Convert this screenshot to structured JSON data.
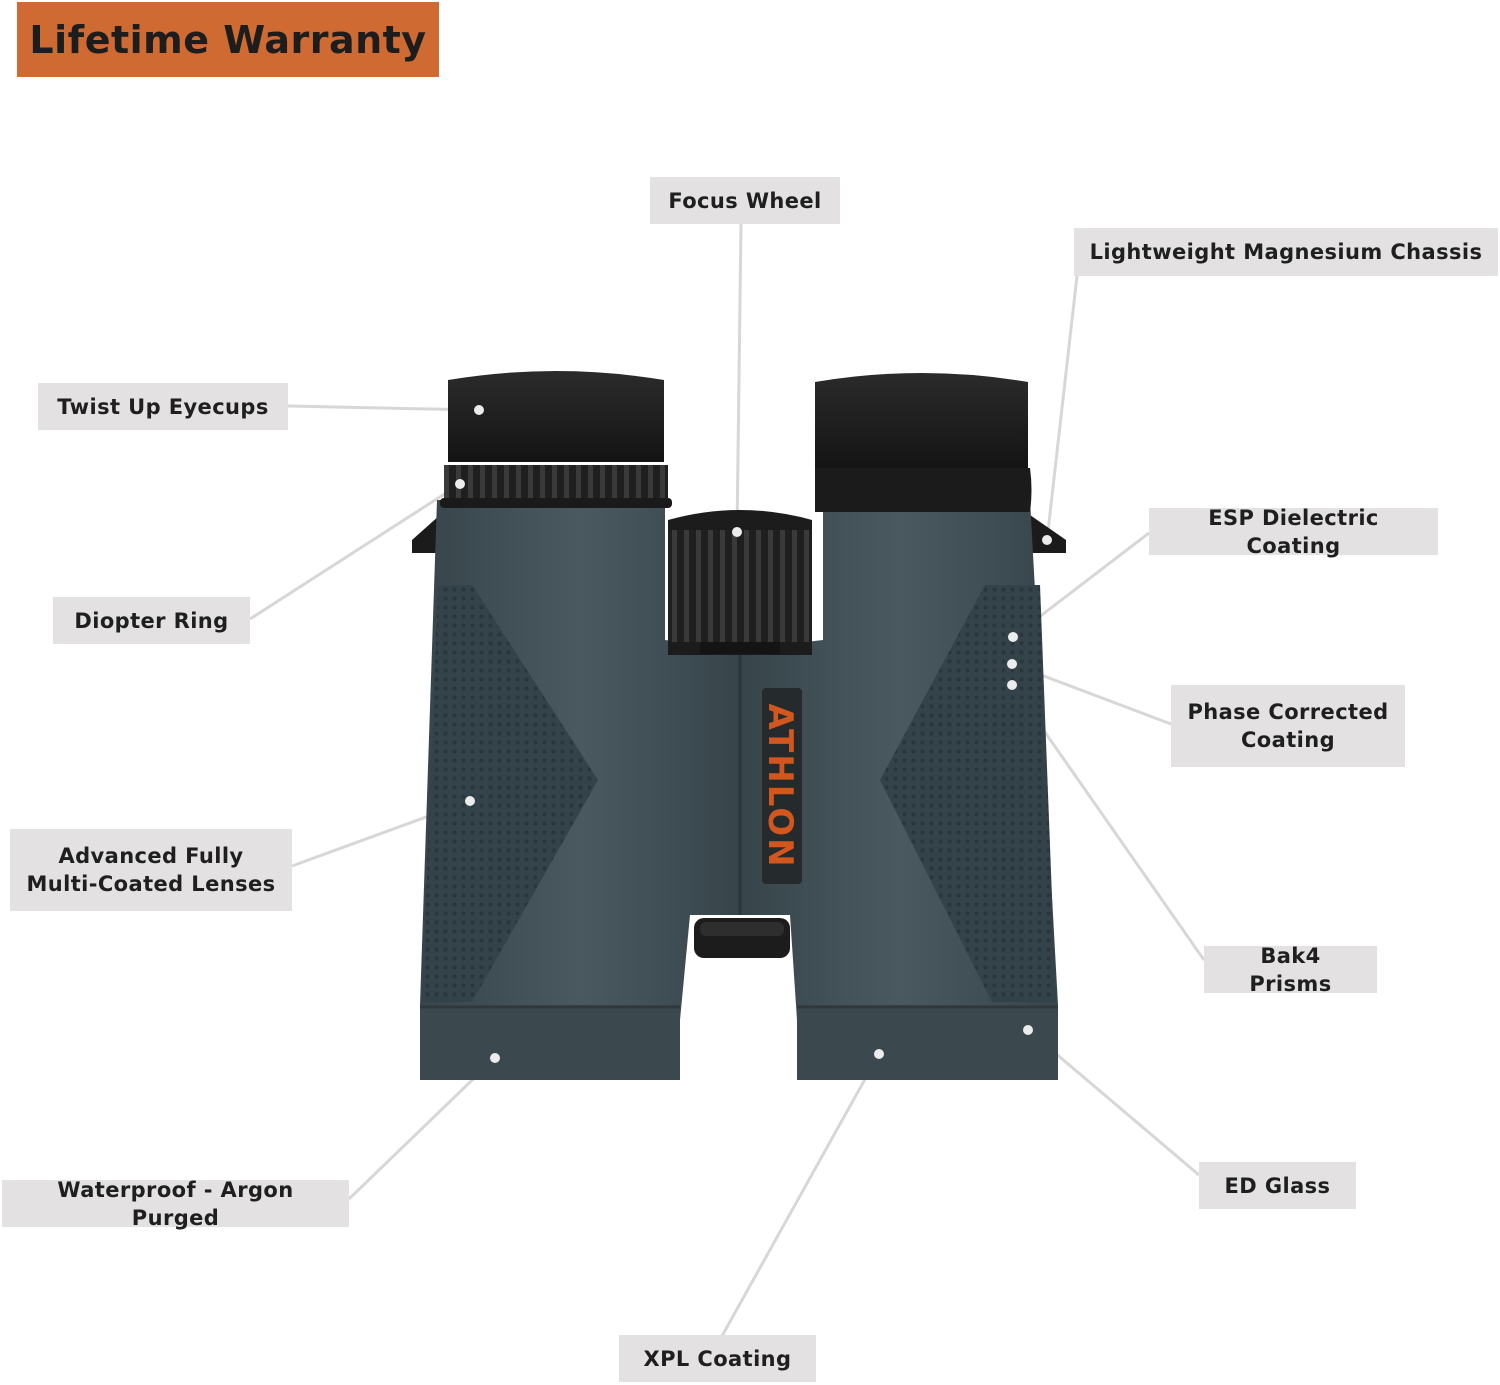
{
  "badge": {
    "text": "Lifetime Warranty",
    "color": "#cf6a32"
  },
  "product": {
    "brand": "ATHLON",
    "body_color": "#3f4d53",
    "brand_color": "#d2571e"
  },
  "callouts": {
    "focus_wheel": "Focus Wheel",
    "magnesium_chassis": "Lightweight Magnesium Chassis",
    "twist_eyecups": "Twist Up Eyecups",
    "esp_coating": "ESP Dielectric Coating",
    "diopter_ring": "Diopter Ring",
    "phase_coating": "Phase Corrected\nCoating",
    "multi_coated": "Advanced Fully\nMulti-Coated Lenses",
    "bak4": "Bak4 Prisms",
    "waterproof": "Waterproof - Argon Purged",
    "ed_glass": "ED Glass",
    "xpl": "XPL Coating"
  },
  "colors": {
    "label_bg": "#e3e1e1",
    "leader_line": "#d9d6d6"
  }
}
